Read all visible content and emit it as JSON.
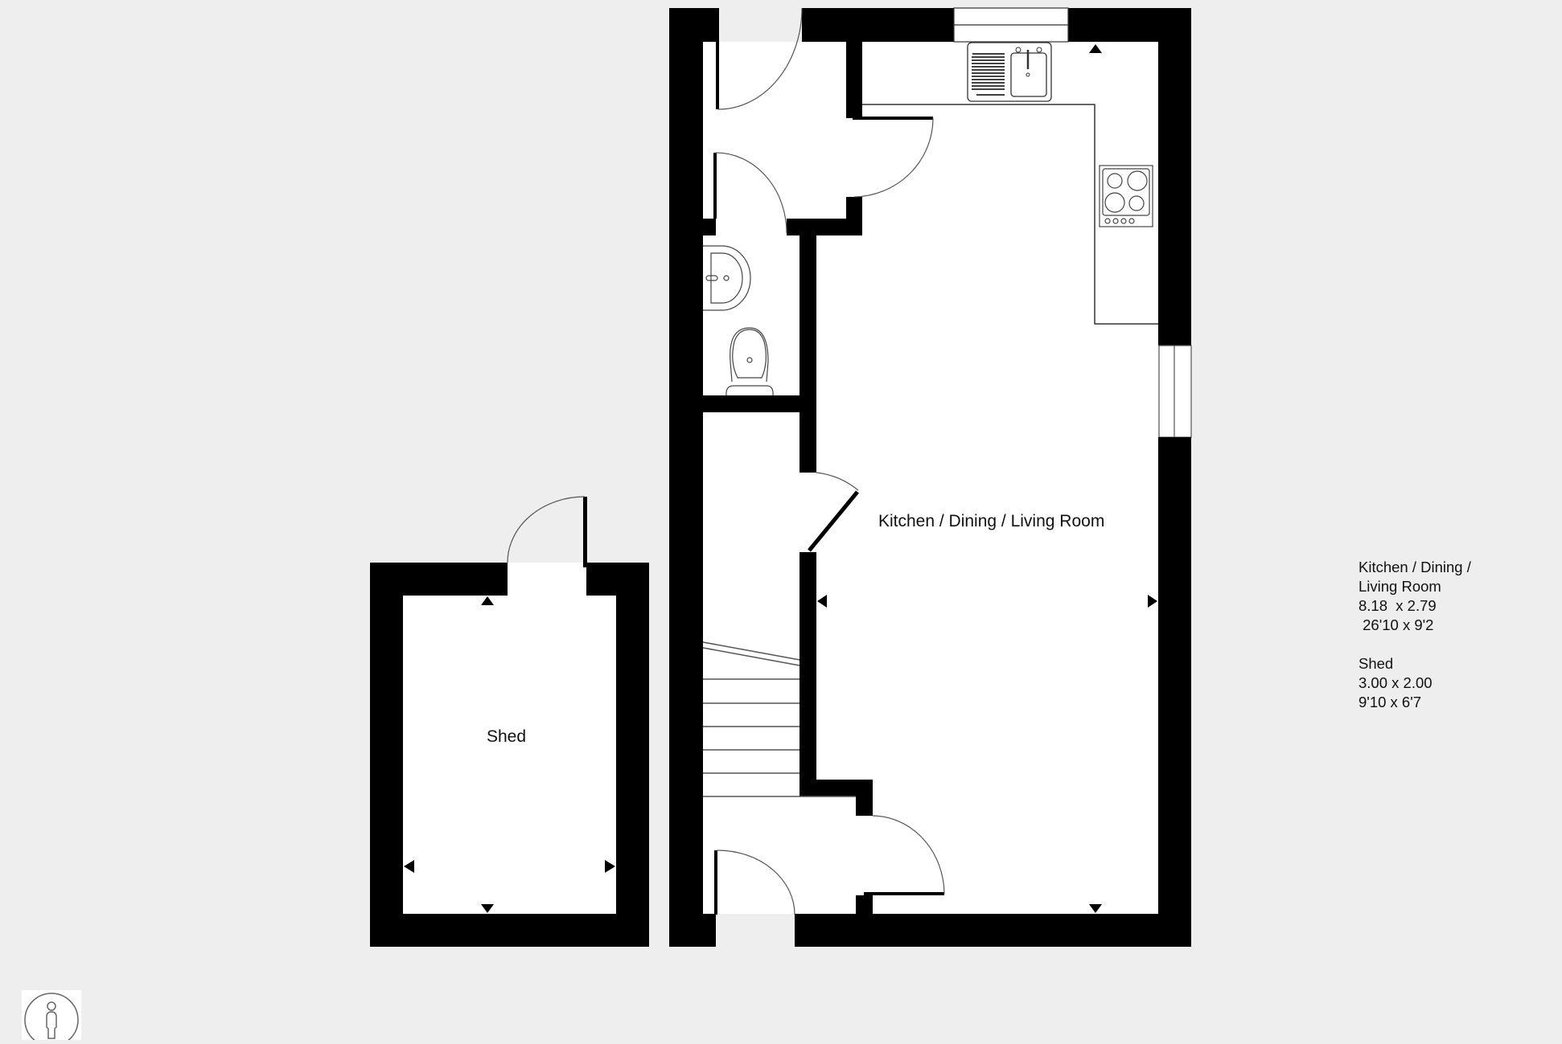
{
  "plan": {
    "rooms": [
      {
        "id": "kitchen",
        "label": "Kitchen / Dining / Living Room"
      },
      {
        "id": "shed",
        "label": "Shed"
      }
    ]
  },
  "legend": {
    "entries": [
      {
        "name_line1": "Kitchen / Dining /",
        "name_line2": "Living Room",
        "metric": "8.18  x 2.79",
        "imperial": " 26'10 x 9'2"
      },
      {
        "name_line1": "Shed",
        "metric": "3.00 x 2.00",
        "imperial": "9'10 x 6'7"
      }
    ]
  },
  "icons": {
    "compass": "person-orientation-icon"
  },
  "colors": {
    "background": "#eeeeee",
    "wall": "#000000",
    "floor": "#ffffff",
    "line": "#555555"
  }
}
